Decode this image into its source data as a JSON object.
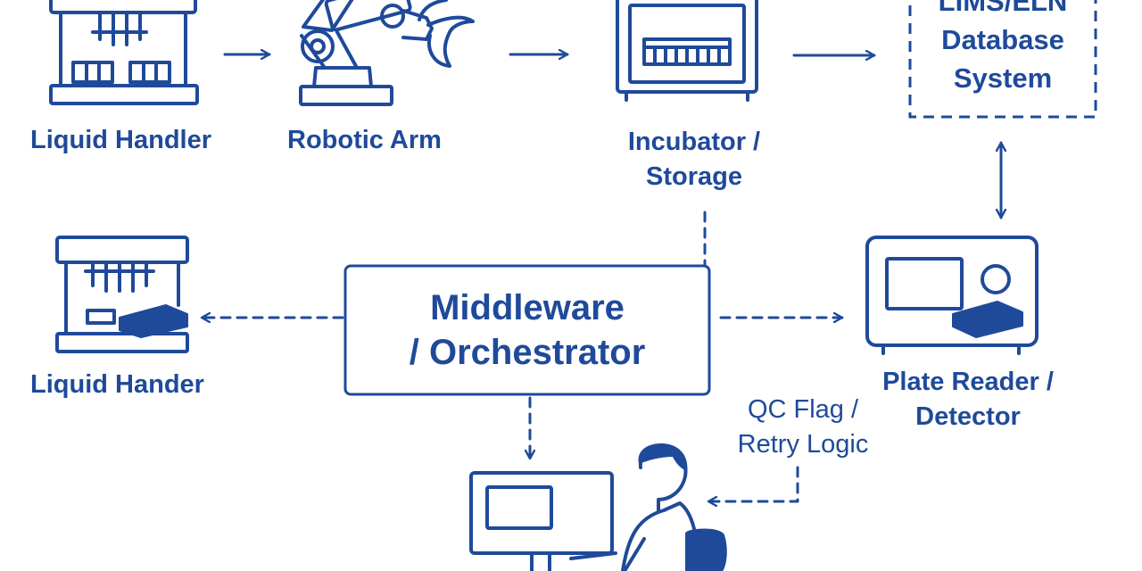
{
  "colors": {
    "primary": "#1f4a9a",
    "background": "#ffffff"
  },
  "labels": {
    "liquid_handler_top": "Liquid Handler",
    "robotic_arm": "Robotic Arm",
    "incubator": [
      "Incubator /",
      "Storage"
    ],
    "lims": [
      "LIMS/ELN",
      "Database",
      "System"
    ],
    "liquid_handler_left": "Liquid Hander",
    "orchestrator": [
      "Middleware",
      "/ Orchestrator"
    ],
    "plate_reader": [
      "Plate Reader /",
      "Detector"
    ],
    "qc_flag": [
      "QC Flag /",
      "Retry Logic"
    ]
  },
  "icons": {
    "liquid_handler_top": "liquid-handler-icon",
    "robotic_arm": "robotic-arm-icon",
    "incubator": "incubator-icon",
    "lims": "database-box-icon",
    "liquid_handler_left": "liquid-handler-icon",
    "plate_reader": "plate-reader-icon",
    "operator": "operator-workstation-icon"
  }
}
